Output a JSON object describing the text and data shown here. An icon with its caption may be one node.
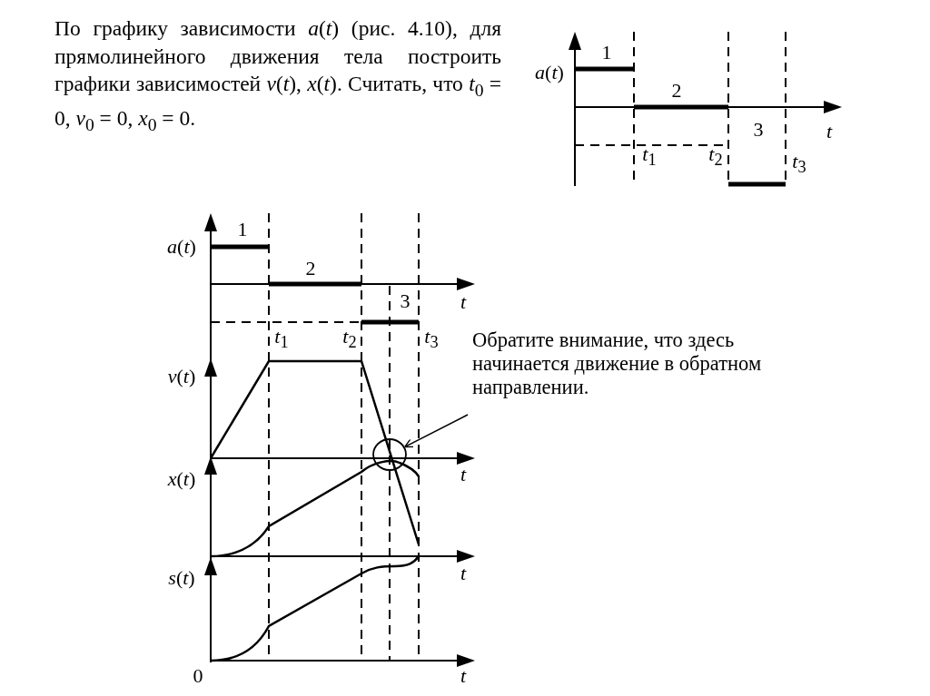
{
  "diagram": {
    "nodes": [
      {
        "text": [
          "Обратите внимание, что здесь начинается движение в обратном направлении."
        ]
      },
      {
        "text": [],
        "shape": "circle"
      }
    ],
    "edges": [
      {
        "from": 0,
        "to": 1,
        "arrow": "to"
      }
    ],
    "labels": [
      "По графику зависимости *a*(*t*) (рис. 4.10), для прямолинейного движения тела построить графики зависимостей *v*(*t*), *x*(*t*). Считать, что *t*$_{0}$ = 0, *v*$_{0}$ = 0, *x*$_{0}$ = 0.",
      "1",
      "*a*(*t*)",
      "2",
      "3",
      "t",
      "*t*$_{1}$",
      "*t*$_{2}$",
      "*t*$_{3}$",
      "1",
      "*a*(*t*)",
      "2",
      "3",
      "t",
      "*t*$_{1}$",
      "*t*$_{2}$",
      "*t*$_{3}$",
      "*v*(*t*)",
      "t",
      "*x*(*t*)",
      "t",
      "*s*(*t*)",
      "0",
      "t"
    ]
  }
}
